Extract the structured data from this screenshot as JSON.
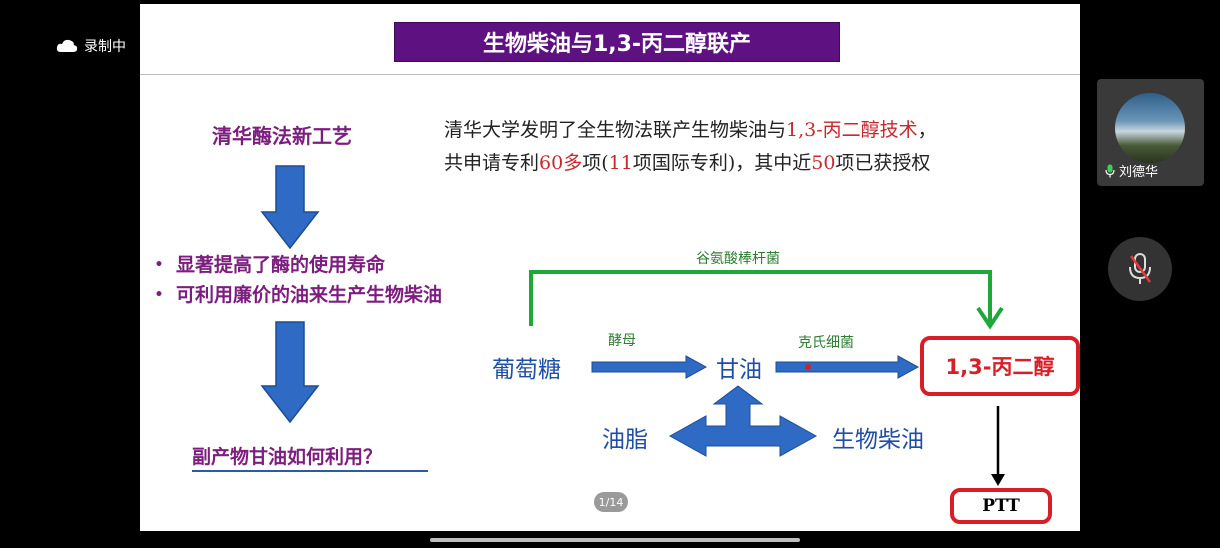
{
  "status": {
    "recording_label": "录制中"
  },
  "slide": {
    "title": "生物柴油与1,3-丙二醇联产",
    "left_heading": "清华酶法新工艺",
    "bullets": [
      "显著提高了酶的使用寿命",
      "可利用廉价的油来生产生物柴油"
    ],
    "question": "副产物甘油如何利用？",
    "intro": {
      "line1_a": "清华大学发明了全生物法联产生物柴油与",
      "line1_red": "1,3-丙二醇技术",
      "line1_b": "，",
      "line2_a": "共申请专利",
      "line2_n1": "60多",
      "line2_b": "项(",
      "line2_n2": "11",
      "line2_c": "项国际专利)，其中近",
      "line2_n3": "50",
      "line2_d": "项已获授权"
    },
    "diagram": {
      "glucose": "葡萄糖",
      "glycerol": "甘油",
      "oil": "油脂",
      "biodiesel": "生物柴油",
      "product": "1,3-丙二醇",
      "ptt": "PTT",
      "yeast_label": "酵母",
      "klebsiella_label": "克氏细菌",
      "corynebacterium_label": "谷氨酸棒杆菌"
    },
    "page_indicator": "1/14"
  },
  "participant": {
    "name": "刘德华"
  },
  "colors": {
    "title_bg": "#5e1282",
    "accent_red": "#d61f26",
    "arrow_blue": "#2f6bc4",
    "arrow_green": "#1fa83a"
  }
}
